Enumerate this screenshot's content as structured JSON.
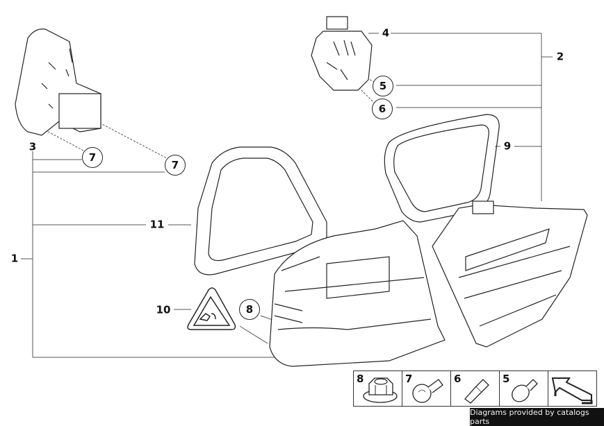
{
  "diagram": {
    "title": "Rear light assembly exploded view",
    "callouts": [
      {
        "id": "label-1",
        "text": "1"
      },
      {
        "id": "label-2",
        "text": "2"
      },
      {
        "id": "label-3",
        "text": "3"
      },
      {
        "id": "label-4",
        "text": "4"
      },
      {
        "id": "label-5",
        "text": "5"
      },
      {
        "id": "label-6",
        "text": "6"
      },
      {
        "id": "label-7a",
        "text": "7"
      },
      {
        "id": "label-7b",
        "text": "7"
      },
      {
        "id": "label-8",
        "text": "8"
      },
      {
        "id": "label-9",
        "text": "9"
      },
      {
        "id": "label-10",
        "text": "10"
      },
      {
        "id": "label-11",
        "text": "11"
      }
    ]
  },
  "legend": {
    "items": [
      {
        "num": "8",
        "icon": "flange-nut-icon"
      },
      {
        "num": "7",
        "icon": "bulb-large-icon"
      },
      {
        "num": "6",
        "icon": "bulb-small-icon"
      },
      {
        "num": "5",
        "icon": "bulb-round-icon"
      },
      {
        "num": "",
        "icon": "arrow-icon"
      }
    ]
  },
  "footer": {
    "credit": "Diagrams provided by catalogs parts"
  }
}
